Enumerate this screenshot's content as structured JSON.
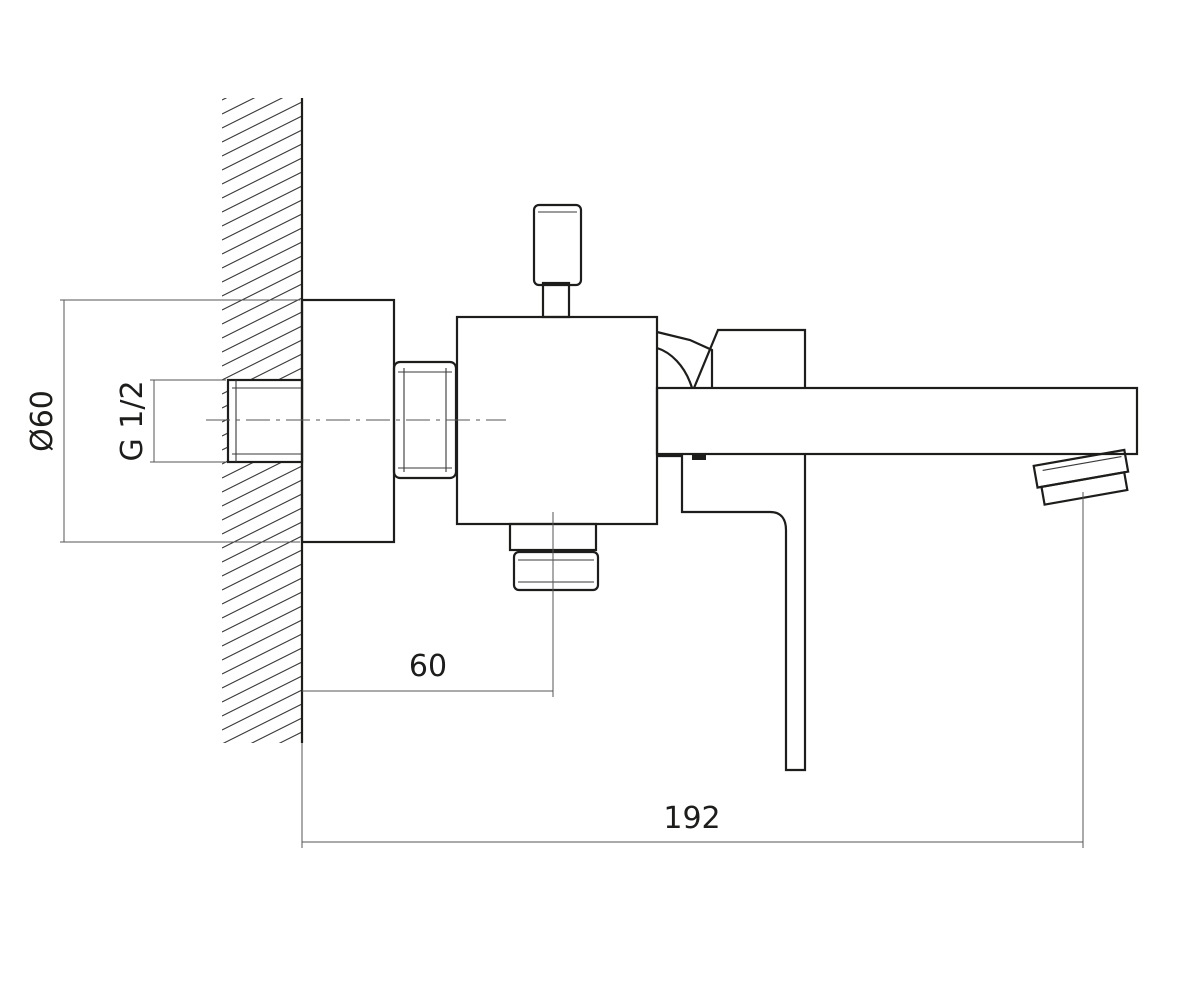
{
  "dimensions": {
    "diameter": "Ø60",
    "thread": "G 1/2",
    "inlet_offset": "60",
    "spout_projection": "192"
  }
}
